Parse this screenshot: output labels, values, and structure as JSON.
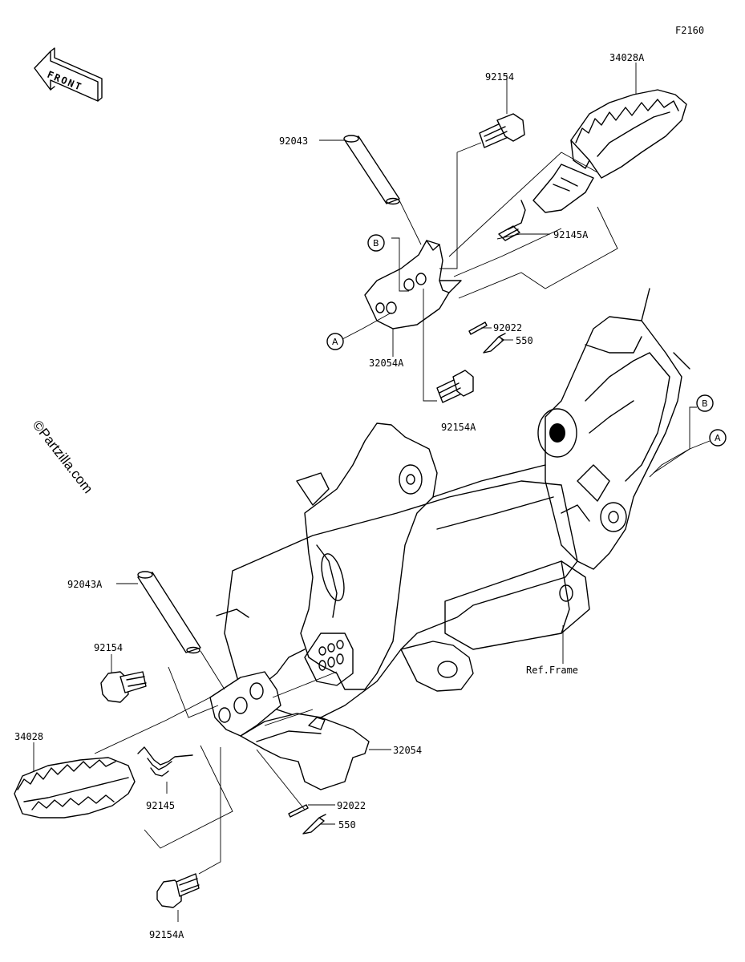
{
  "diagram_code": "F2160",
  "front_arrow": {
    "label": "FRONT"
  },
  "watermark": "©Partzilla.com",
  "ref_label": "Ref.Frame",
  "callouts": {
    "circle_a": "A",
    "circle_b": "B"
  },
  "parts": [
    {
      "number": "34028A"
    },
    {
      "number": "92154"
    },
    {
      "number": "92043"
    },
    {
      "number": "92145A"
    },
    {
      "number": "92022"
    },
    {
      "number": "550"
    },
    {
      "number": "32054A"
    },
    {
      "number": "92154A"
    },
    {
      "number": "92043A"
    },
    {
      "number": "92154"
    },
    {
      "number": "34028"
    },
    {
      "number": "92145"
    },
    {
      "number": "32054"
    },
    {
      "number": "92022"
    },
    {
      "number": "550"
    },
    {
      "number": "92154A"
    }
  ]
}
